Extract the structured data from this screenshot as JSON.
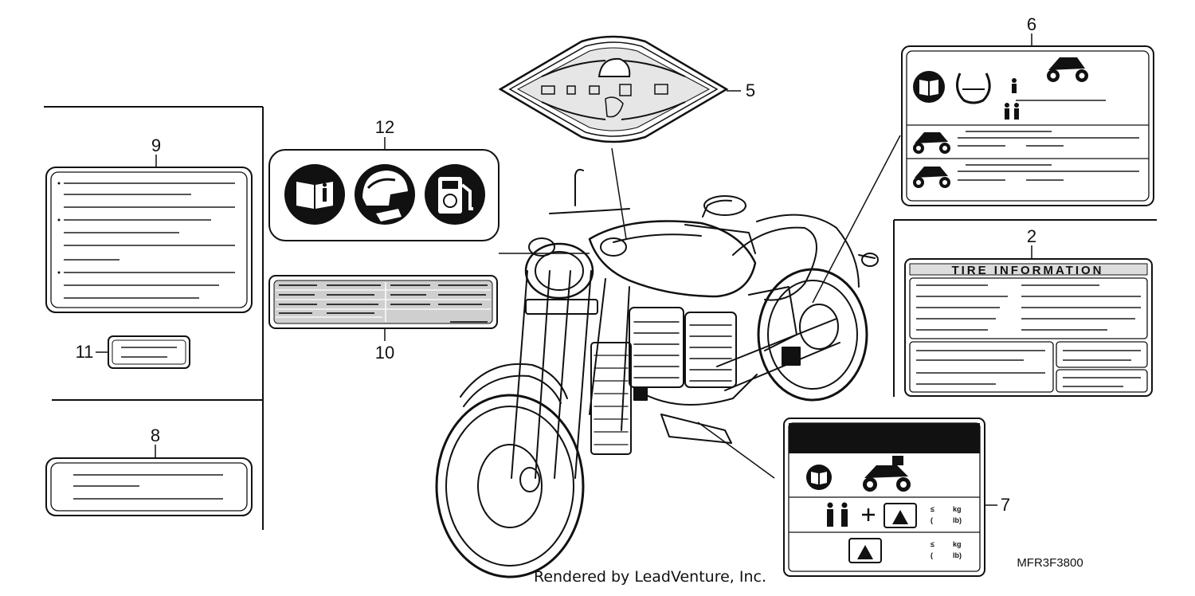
{
  "callouts": {
    "c2": "2",
    "c5": "5",
    "c6": "6",
    "c7": "7",
    "c8": "8",
    "c9": "9",
    "c10": "10",
    "c11": "11",
    "c12": "12"
  },
  "labels": {
    "tire_header": "TIRE  INFORMATION",
    "kg1": "kg",
    "lb1": "lb)",
    "kg2": "kg",
    "lb2": "lb)"
  },
  "diagram_code": "MFR3F3800",
  "credit": "Rendered by LeadVenture, Inc.",
  "colors": {
    "ink": "#111111",
    "paper": "#ffffff",
    "grey": "#888888"
  },
  "icons": [
    "info-book-icon",
    "helmet-icon",
    "fuel-pump-icon",
    "tire-pressure-icon",
    "rider-icon",
    "passenger-icon",
    "motorcycle-icon",
    "cargo-icon"
  ]
}
